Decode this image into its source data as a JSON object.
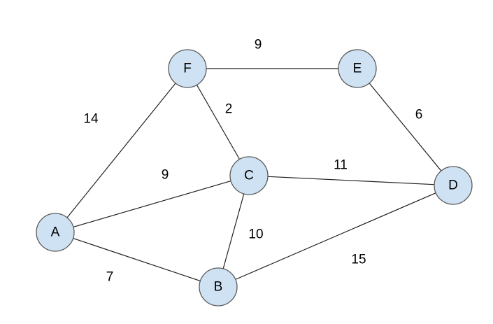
{
  "graph": {
    "nodes": [
      {
        "id": "F",
        "label": "F"
      },
      {
        "id": "E",
        "label": "E"
      },
      {
        "id": "C",
        "label": "C"
      },
      {
        "id": "D",
        "label": "D"
      },
      {
        "id": "A",
        "label": "A"
      },
      {
        "id": "B",
        "label": "B"
      }
    ],
    "edges": [
      {
        "from": "F",
        "to": "E",
        "weight": "9"
      },
      {
        "from": "F",
        "to": "A",
        "weight": "14"
      },
      {
        "from": "F",
        "to": "C",
        "weight": "2"
      },
      {
        "from": "E",
        "to": "D",
        "weight": "6"
      },
      {
        "from": "A",
        "to": "C",
        "weight": "9"
      },
      {
        "from": "C",
        "to": "D",
        "weight": "11"
      },
      {
        "from": "C",
        "to": "B",
        "weight": "10"
      },
      {
        "from": "A",
        "to": "B",
        "weight": "7"
      },
      {
        "from": "B",
        "to": "D",
        "weight": "15"
      }
    ]
  },
  "colors": {
    "node_fill": "#cfe2f3",
    "node_stroke": "#5a5a5a",
    "edge": "#222222",
    "text": "#000000"
  }
}
